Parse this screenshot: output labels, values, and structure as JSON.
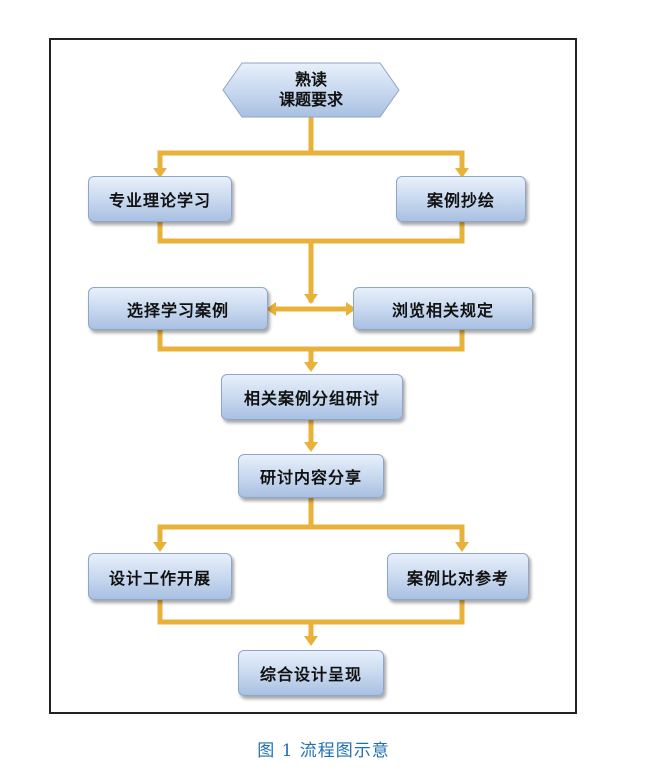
{
  "diagram": {
    "start": {
      "line1": "熟读",
      "line2": "课题要求"
    },
    "nodes": {
      "theory": "专业理论学习",
      "copy_cases": "案例抄绘",
      "select_cases": "选择学习案例",
      "browse_rules": "浏览相关规定",
      "group_study": "相关案例分组研讨",
      "share": "研讨内容分享",
      "design_work": "设计工作开展",
      "compare": "案例比对参考",
      "present": "综合设计呈现"
    },
    "colors": {
      "connector": "#e8b13a",
      "box_fill": "#c6d7ee",
      "box_border": "#8ea6c9",
      "caption": "#1f6fb5"
    }
  },
  "caption": "图 1 流程图示意"
}
